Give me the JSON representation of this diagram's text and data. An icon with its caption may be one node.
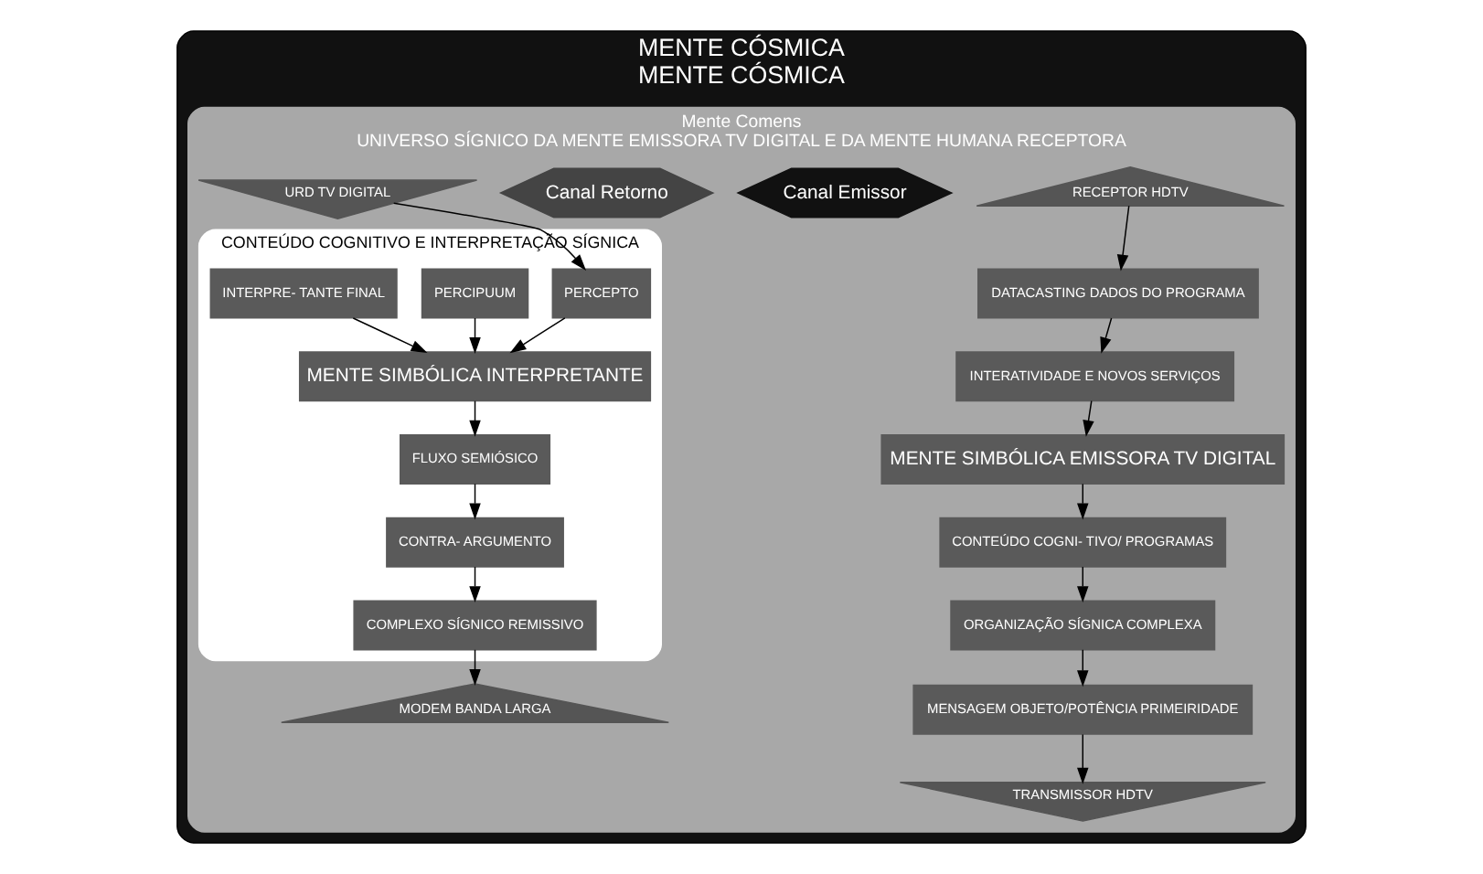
{
  "diagram": {
    "nodes": [
      {
        "text": [
          "MENTE CÓSMICA",
          "MENTE CÓSMICA"
        ]
      },
      {
        "text": [
          "Mente Comens",
          "UNIVERSO SÍGNICO DA MENTE EMISSORA TV DIGITAL E DA MENTE HUMANA RECEPTORA"
        ],
        "in": 0
      },
      {
        "text": [
          "ORGANIZAÇÃO SÍGNICA COMPLEXA"
        ],
        "in": 1
      },
      {
        "text": [
          "CONTEÚDO COGNI- TIVO/ PROGRAMAS"
        ],
        "in": 1
      },
      {
        "text": [
          "MENSAGEM OBJETO/POTÊNCIA PRIMEIRIDADE"
        ],
        "in": 1
      },
      {
        "text": [
          "MENTE SIMBÓLICA EMISSORA TV DIGITAL"
        ],
        "in": 1
      },
      {
        "text": [
          "INTERATIVIDADE E NOVOS SERVIÇOS"
        ],
        "in": 1
      },
      {
        "text": [
          "DATACASTING DADOS DO PROGRAMA"
        ],
        "in": 1
      },
      {
        "text": [
          "TRANSMISSOR HDTV"
        ],
        "in": 1
      },
      {
        "text": [
          "RECEPTOR HDTV"
        ],
        "in": 1
      },
      {
        "text": [
          "Canal Emissor"
        ],
        "in": 1
      },
      {
        "text": [
          "Canal Retorno"
        ],
        "in": 1
      },
      {
        "text": [
          "URD TV DIGITAL"
        ],
        "in": 1
      },
      {
        "text": [
          "MODEM BANDA LARGA"
        ],
        "in": 1
      },
      {
        "text": [
          "CONTEÚDO COGNITIVO E INTERPRETAÇÃO SÍGNICA"
        ],
        "in": 1
      },
      {
        "text": [
          "PERCEPTO"
        ],
        "in": 14
      },
      {
        "text": [
          "PERCIPUUM"
        ],
        "in": 14
      },
      {
        "text": [
          "INTERPRE- TANTE FINAL"
        ],
        "in": 14
      },
      {
        "text": [
          "MENTE SIMBÓLICA INTERPRETANTE"
        ],
        "in": 14
      },
      {
        "text": [
          "COMPLEXO SÍGNICO REMISSIVO"
        ],
        "in": 14
      },
      {
        "text": [
          "FLUXO SEMIÓSICO"
        ],
        "in": 14
      },
      {
        "text": [
          "CONTRA- ARGUMENTO"
        ],
        "in": 14
      }
    ],
    "edges": [
      {
        "from": 6,
        "to": 5,
        "arrow": "to"
      },
      {
        "from": 5,
        "to": 3,
        "arrow": "to"
      },
      {
        "from": 3,
        "to": 2,
        "arrow": "to"
      },
      {
        "from": 2,
        "to": 4,
        "arrow": "to"
      },
      {
        "from": 4,
        "to": 8,
        "arrow": "to"
      },
      {
        "from": 9,
        "to": 7,
        "arrow": "to"
      },
      {
        "from": 7,
        "to": 6,
        "arrow": "to"
      },
      {
        "from": 12,
        "to": 15,
        "arrow": "to"
      },
      {
        "from": 19,
        "to": 13,
        "arrow": "to"
      },
      {
        "from": 15,
        "to": 18,
        "arrow": "to"
      },
      {
        "from": 16,
        "to": 18,
        "arrow": "to"
      },
      {
        "from": 17,
        "to": 18,
        "arrow": "to"
      },
      {
        "from": 18,
        "to": 20,
        "arrow": "to"
      },
      {
        "from": 20,
        "to": 21,
        "arrow": "to"
      },
      {
        "from": 21,
        "to": 19,
        "arrow": "to"
      }
    ]
  }
}
